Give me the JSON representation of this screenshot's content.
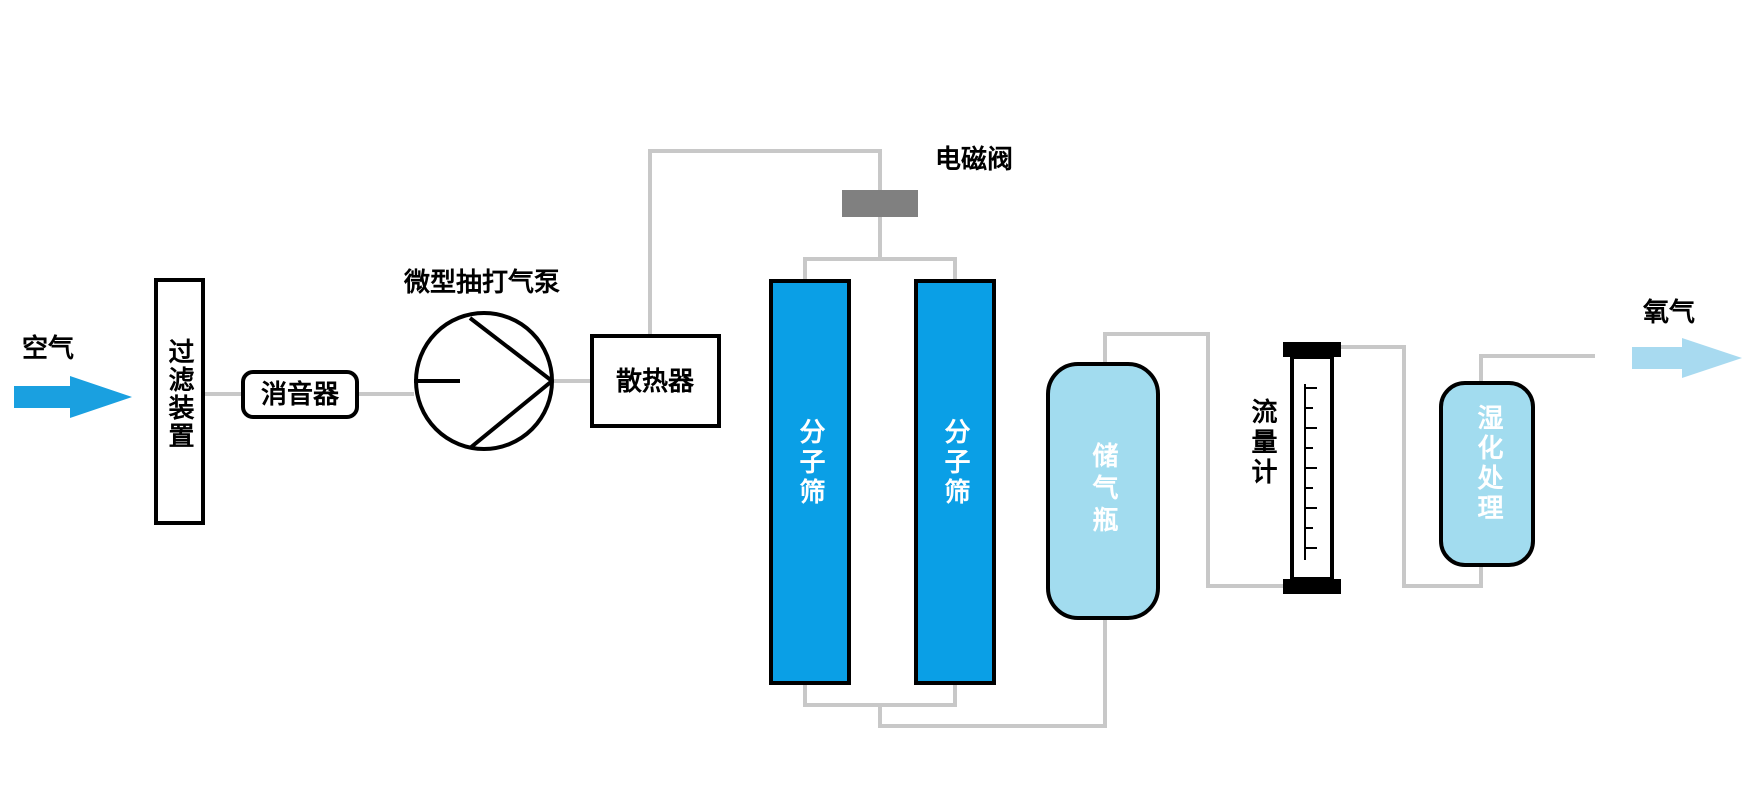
{
  "labels": {
    "air": "空气",
    "filter": "过滤装置",
    "muffler": "消音器",
    "pump": "微型抽打气泵",
    "radiator": "散热器",
    "solenoid_valve": "电磁阀",
    "sieve_a": "分子筛",
    "sieve_b": "分子筛",
    "gas_tank": "储气瓶",
    "flowmeter": "流量计",
    "humidifier": "湿化处理",
    "oxygen": "氧气"
  },
  "colors": {
    "pipe": "#c8c8c8",
    "outline": "#000000",
    "sieve_fill": "#0a9fe6",
    "light_fill": "#a2dcef",
    "air_arrow": "#1aa0e0",
    "oxygen_arrow": "#a8daf0",
    "valve": "#808080",
    "white_text": "#ffffff"
  },
  "icons": {
    "pump": "centrifugal-pump-symbol",
    "flowmeter": "rotameter-with-scale",
    "valve": "solenoid-valve-bar"
  }
}
